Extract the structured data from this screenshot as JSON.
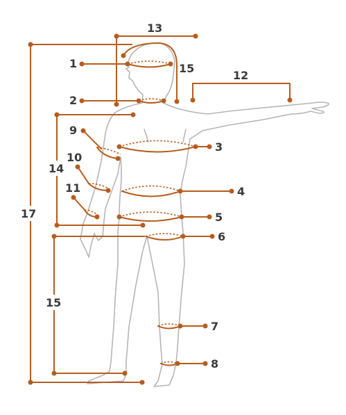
{
  "diagram": {
    "accent_color": "#b65c1e",
    "outline_color": "#b5b5b5",
    "label_color": "#3a3a3a",
    "labels": {
      "m1": "1",
      "m2": "2",
      "m3": "3",
      "m4": "4",
      "m5": "5",
      "m6": "6",
      "m7": "7",
      "m8": "8",
      "m9": "9",
      "m10": "10",
      "m11": "11",
      "m12": "12",
      "m13": "13",
      "m14": "14",
      "m15_head": "15",
      "m15_leg": "15",
      "m17": "17"
    }
  }
}
